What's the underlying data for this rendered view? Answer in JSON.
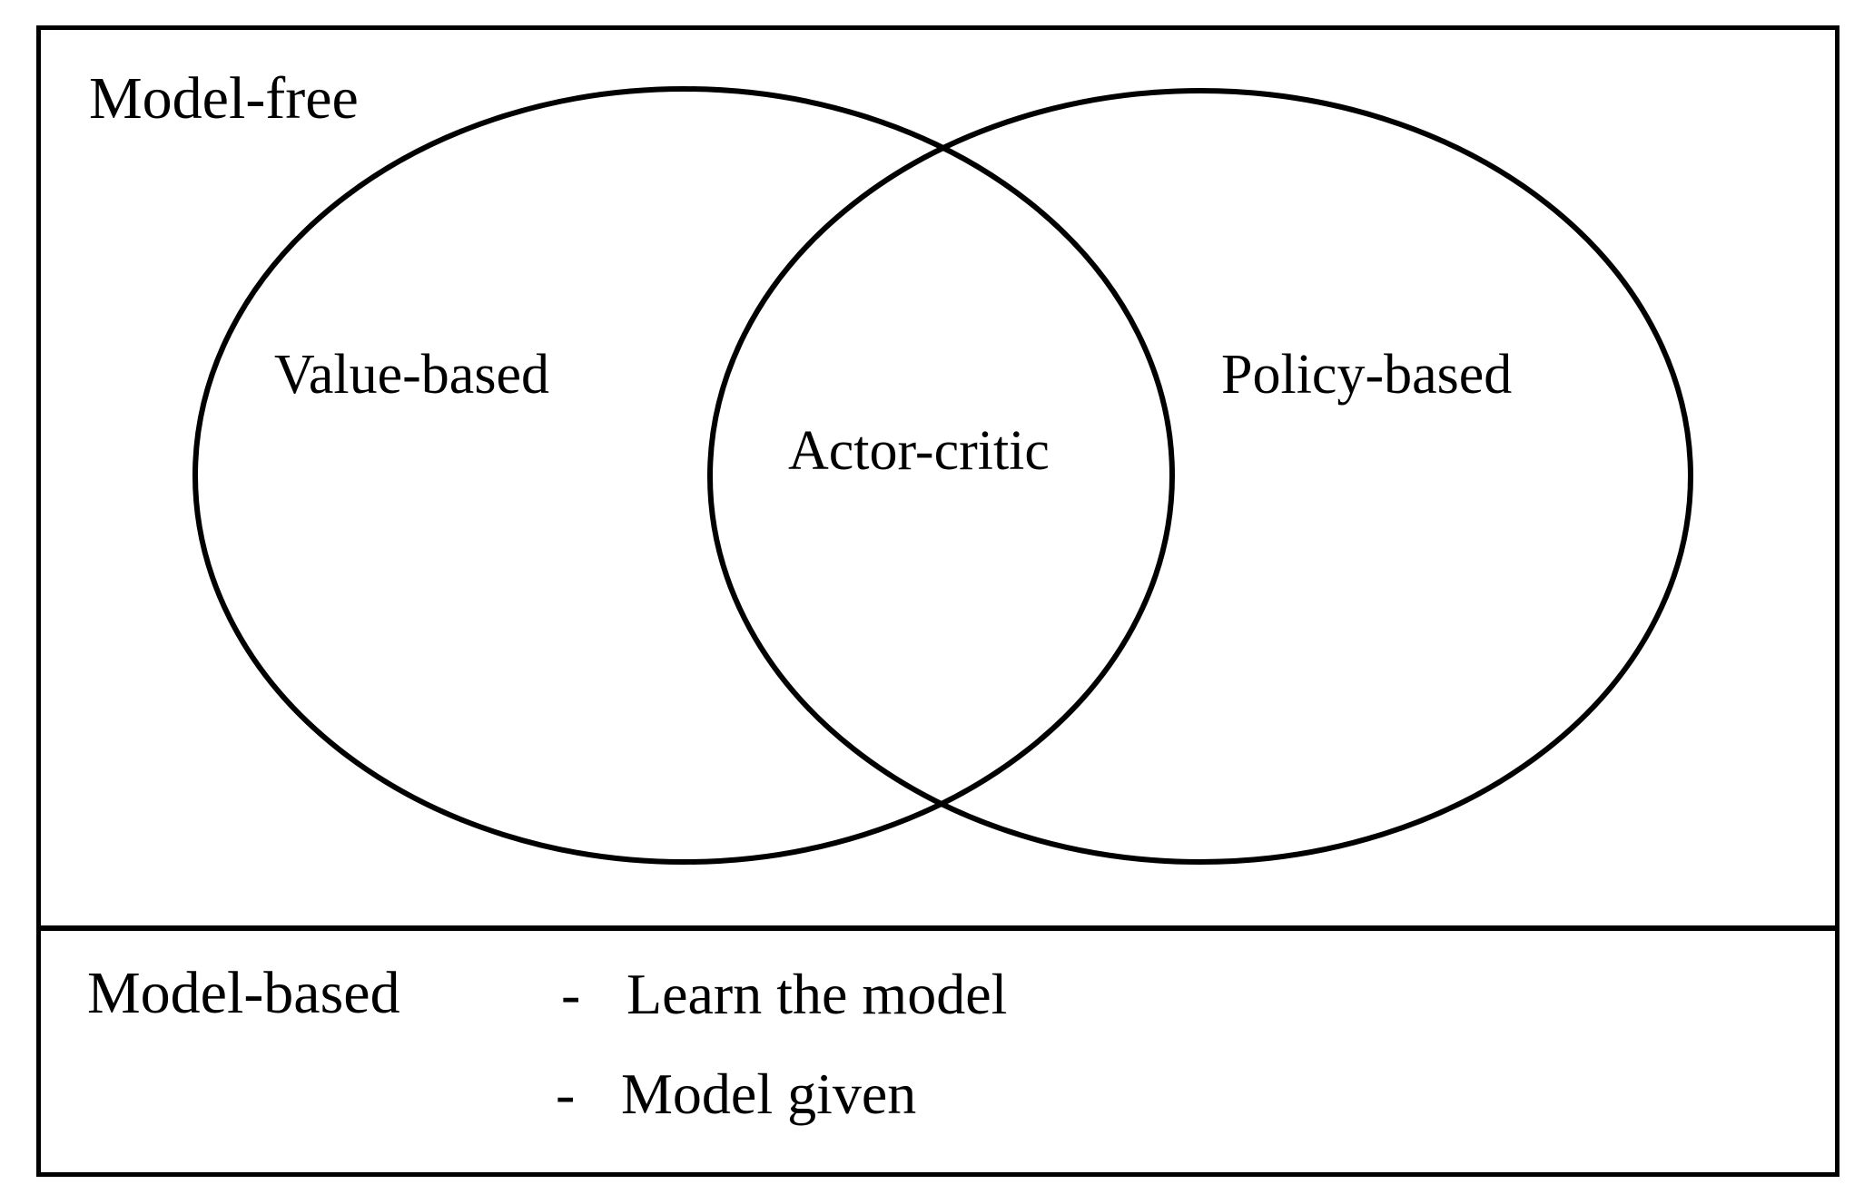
{
  "diagram": {
    "title_region_top": "Model-free",
    "title_region_bottom": "Model-based",
    "venn": {
      "left_set_label": "Value-based",
      "intersection_label": "Actor-critic",
      "right_set_label": "Policy-based"
    },
    "model_based_items": [
      {
        "bullet": "-",
        "text": "Learn the model"
      },
      {
        "bullet": "-",
        "text": "Model given"
      }
    ],
    "colors": {
      "stroke": "#000000",
      "background": "#ffffff",
      "text": "#000000"
    }
  }
}
